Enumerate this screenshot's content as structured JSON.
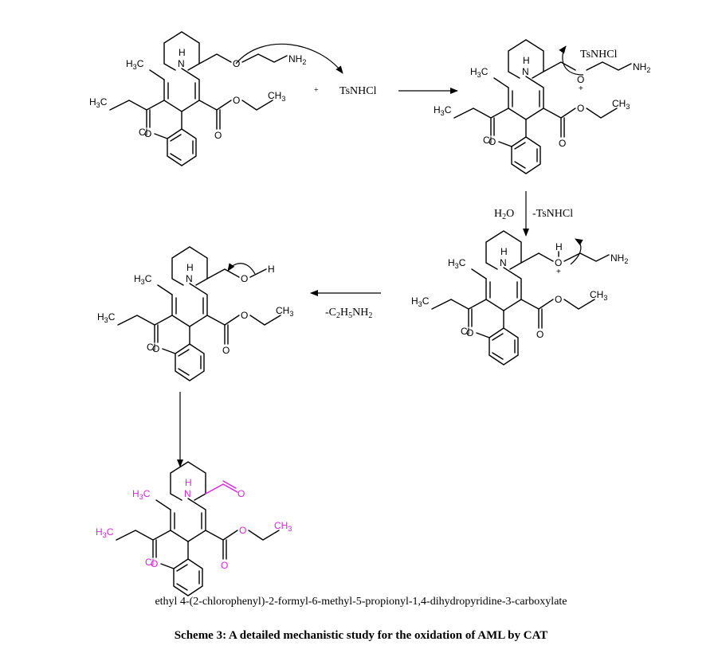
{
  "atoms": {
    "h3c": "H3C",
    "ch3": "CH3",
    "n": "N",
    "h": "H",
    "o": "O",
    "cl": "Cl",
    "nh2": "NH2",
    "plus_charge": "+"
  },
  "reagents": {
    "plus": "+",
    "tsnhcl": "TsNHCl",
    "water": "H2O",
    "minus_tsnhcl": "-TsNHCl",
    "minus_ethylamine": "-C2H5NH2"
  },
  "product_name": "ethyl 4-(2-chlorophenyl)-2-formyl-6-methyl-5-propionyl-1,4-dihydropyridine-3-carboxylate",
  "caption": "Scheme 3: A detailed mechanistic study for the oxidation of AML by CAT",
  "colors": {
    "product": "#e020e0",
    "ink": "#000000"
  }
}
